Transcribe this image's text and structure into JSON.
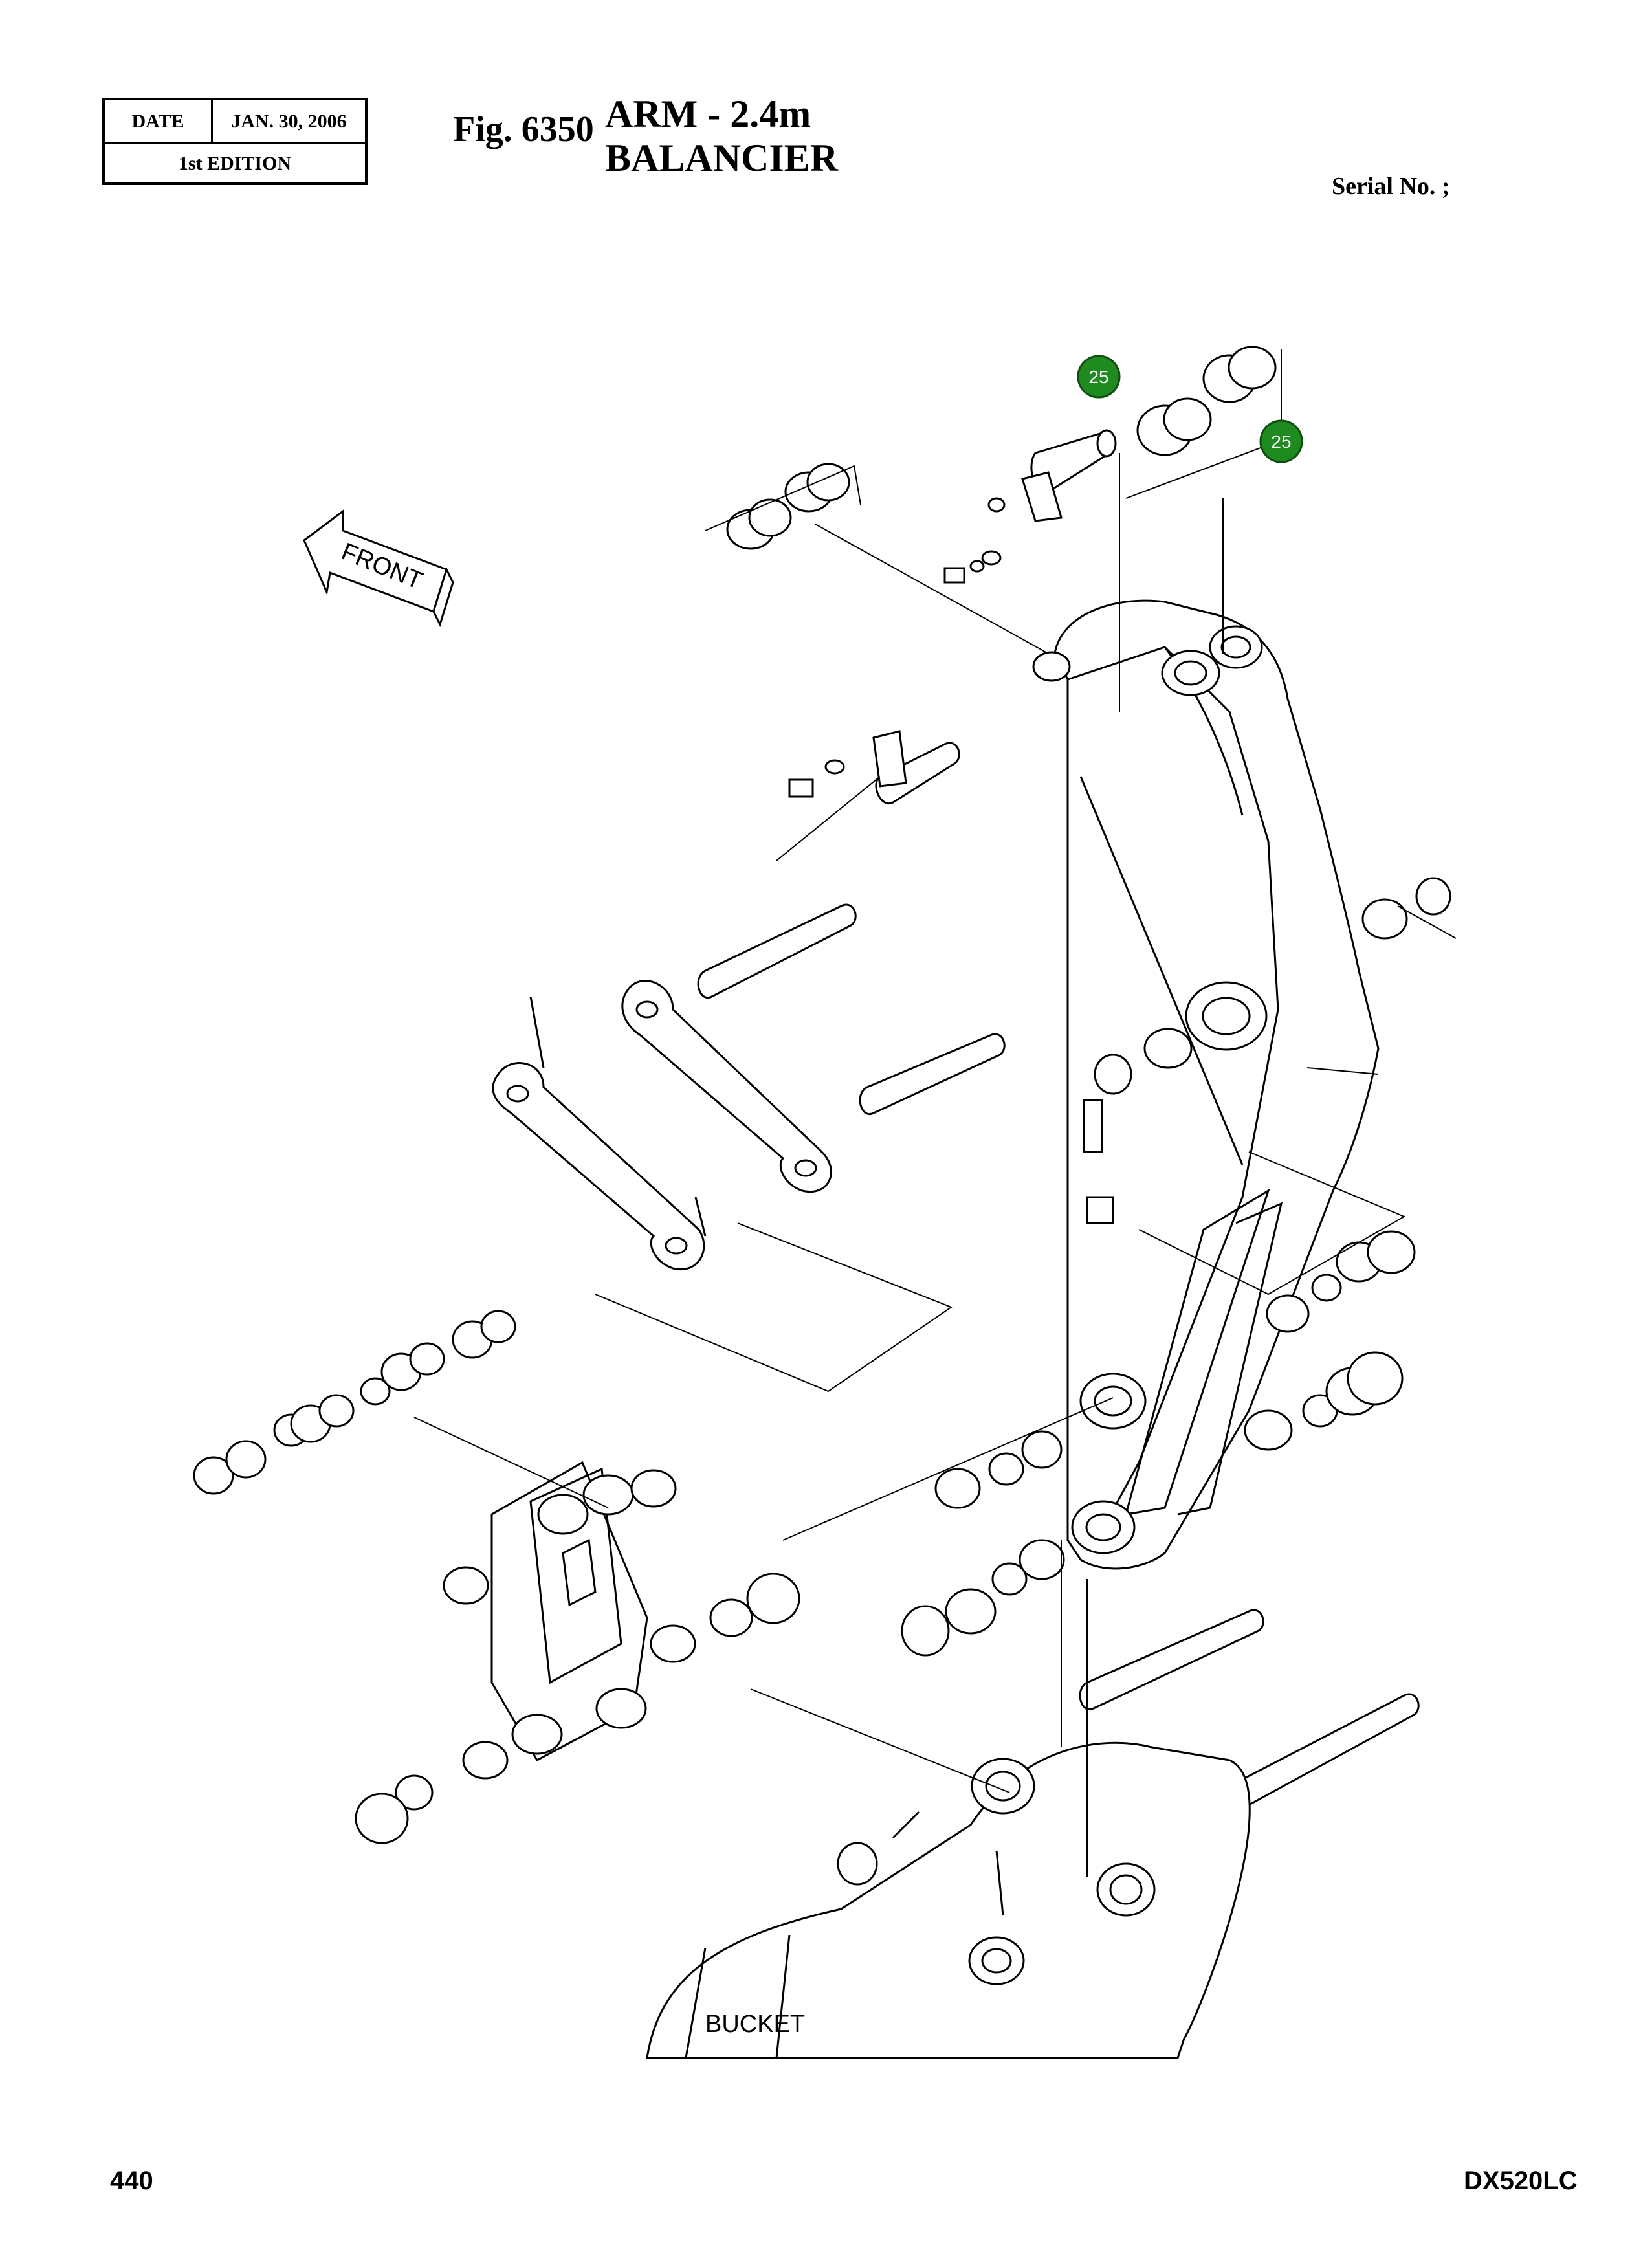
{
  "header": {
    "date_label": "DATE",
    "date_value": "JAN. 30, 2006",
    "edition": "1st EDITION",
    "figure_number": "Fig. 6350",
    "title_line1": "ARM  -  2.4m",
    "title_line2": "BALANCIER",
    "serial_label": "Serial No. ;"
  },
  "diagram": {
    "front_label": "FRONT",
    "bucket_label": "BUCKET",
    "callouts": [
      "25",
      "25"
    ]
  },
  "footer": {
    "page_number": "440",
    "model": "DX520LC"
  }
}
